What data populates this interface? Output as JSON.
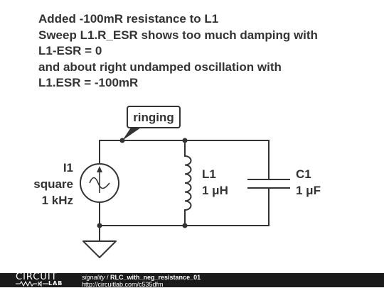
{
  "notes": {
    "lines": [
      "Added -100mR resistance to L1",
      "Sweep L1.R_ESR shows too much damping with",
      "L1-ESR = 0",
      "and about right undamped oscillation with",
      "L1.ESR = -100mR"
    ]
  },
  "schematic": {
    "net_label": "ringing",
    "source": {
      "name": "I1",
      "waveform": "square",
      "frequency": "1 kHz"
    },
    "inductor": {
      "name": "L1",
      "value": "1 μH"
    },
    "capacitor": {
      "name": "C1",
      "value": "1 μF"
    },
    "colors": {
      "wire": "#333333",
      "label_bg": "#ffffff"
    }
  },
  "footer": {
    "logo_top": "CIRCUIT",
    "logo_bottom": "LAB",
    "user": "signality",
    "separator": " / ",
    "circuit_name": "RLC_with_neg_resistance_01",
    "url": "http://circuitlab.com/c535dfm",
    "background": "#1a1a1a"
  }
}
